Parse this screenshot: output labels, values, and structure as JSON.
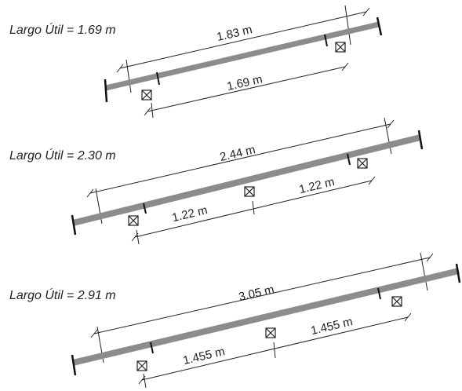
{
  "diagram": {
    "colors": {
      "bar": "#8c8c8c",
      "line": "#222222",
      "end": "#111111"
    },
    "panels": [
      {
        "label": "Largo Útil =  1.69 m",
        "total_dimension": "1.83 m",
        "inner_dimensions": [
          "1.69 m"
        ]
      },
      {
        "label": "Largo Útil = 2.30 m",
        "total_dimension": "2.44 m",
        "inner_dimensions": [
          "1.22 m",
          "1.22 m"
        ]
      },
      {
        "label": "Largo Útil = 2.91 m",
        "total_dimension": "3.05 m",
        "inner_dimensions": [
          "1.455 m",
          "1.455 m"
        ]
      }
    ]
  }
}
